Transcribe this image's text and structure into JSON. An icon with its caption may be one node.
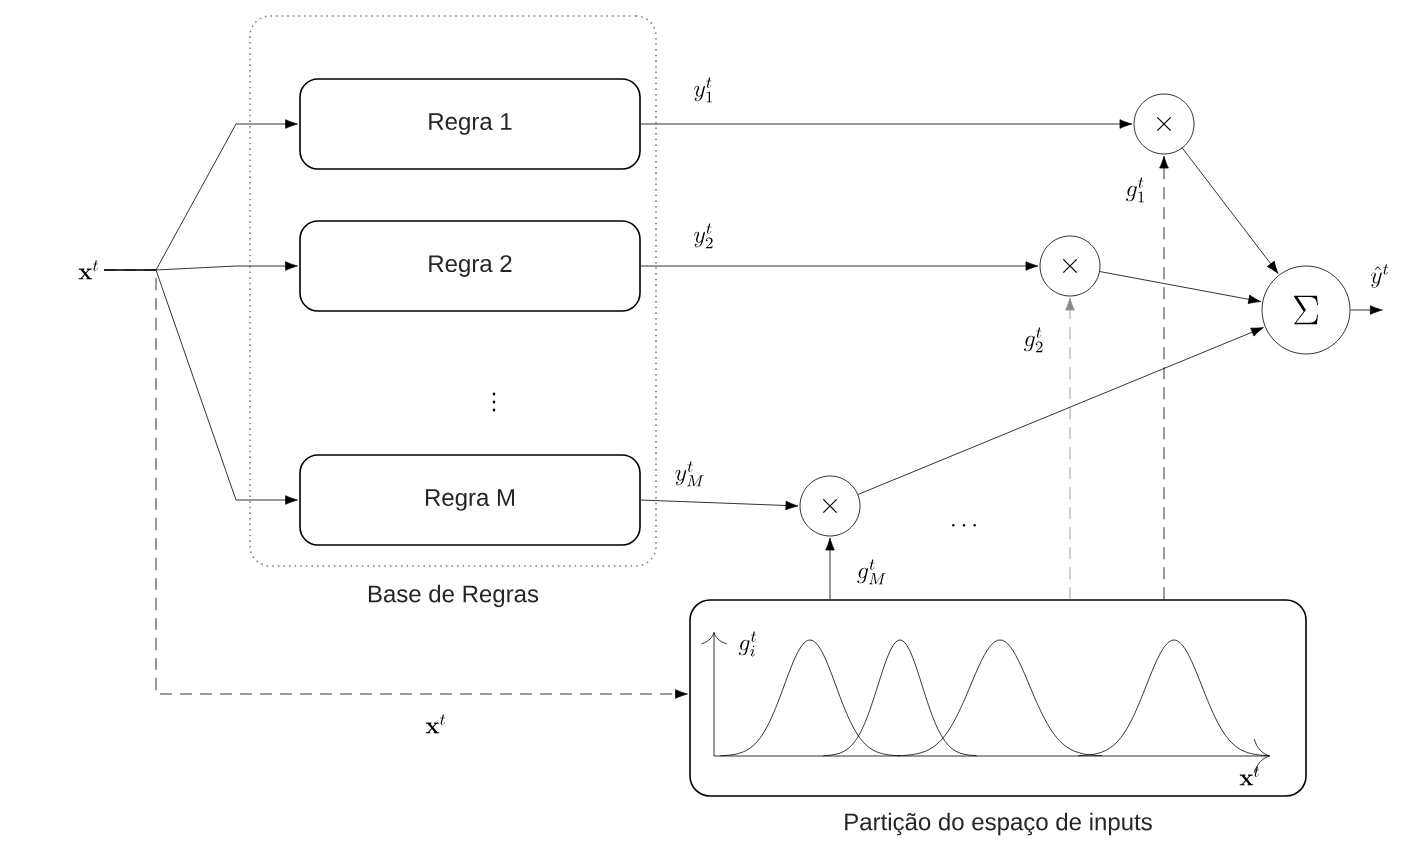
{
  "diagram": {
    "nodes": [
      {
        "text": [
          "Base de Regras"
        ]
      },
      {
        "text": [
          "Regra 1"
        ],
        "in": 0
      },
      {
        "text": [
          "Regra 2"
        ],
        "in": 0
      },
      {
        "text": [
          "Regra M"
        ],
        "in": 0
      },
      {
        "text": [
          "\\mathbf{x}^t"
        ]
      },
      {
        "text": [
          "\\times"
        ]
      },
      {
        "text": [
          "\\times"
        ]
      },
      {
        "text": [
          "\\times"
        ]
      },
      {
        "text": [
          "\\Sigma"
        ]
      },
      {
        "text": [
          "Partição do espaço de inputs",
          "g_i^t",
          "\\mathbf{x}^t"
        ]
      }
    ],
    "edges": [
      {
        "from": 4,
        "to": 1,
        "arrow": "to"
      },
      {
        "from": 4,
        "to": 2,
        "arrow": "to"
      },
      {
        "from": 4,
        "to": 3,
        "arrow": "to"
      },
      {
        "from": 4,
        "to": 9,
        "arrow": "to",
        "style": "dashed",
        "label": "\\mathbf{x}^t"
      },
      {
        "from": 1,
        "to": 5,
        "arrow": "to",
        "label": "y_1^t"
      },
      {
        "from": 2,
        "to": 6,
        "arrow": "to",
        "label": "y_2^t"
      },
      {
        "from": 3,
        "to": 7,
        "arrow": "to",
        "label": "y_M^t"
      },
      {
        "from": 9,
        "to": 5,
        "arrow": "to",
        "style": "dashed",
        "label": "g_1^t"
      },
      {
        "from": 9,
        "to": 6,
        "arrow": "to",
        "style": "dashed",
        "color": "#888888",
        "label": "g_2^t"
      },
      {
        "from": 9,
        "to": 7,
        "arrow": "to",
        "label": "g_M^t"
      },
      {
        "from": 5,
        "to": 8,
        "arrow": "to"
      },
      {
        "from": 6,
        "to": 8,
        "arrow": "to"
      },
      {
        "from": 7,
        "to": 8,
        "arrow": "to"
      },
      {
        "from": 8,
        "to": null,
        "arrow": "to",
        "label": "\\hat{y}^t"
      }
    ],
    "labels": [
      "\\vdots",
      "\\cdots"
    ]
  }
}
